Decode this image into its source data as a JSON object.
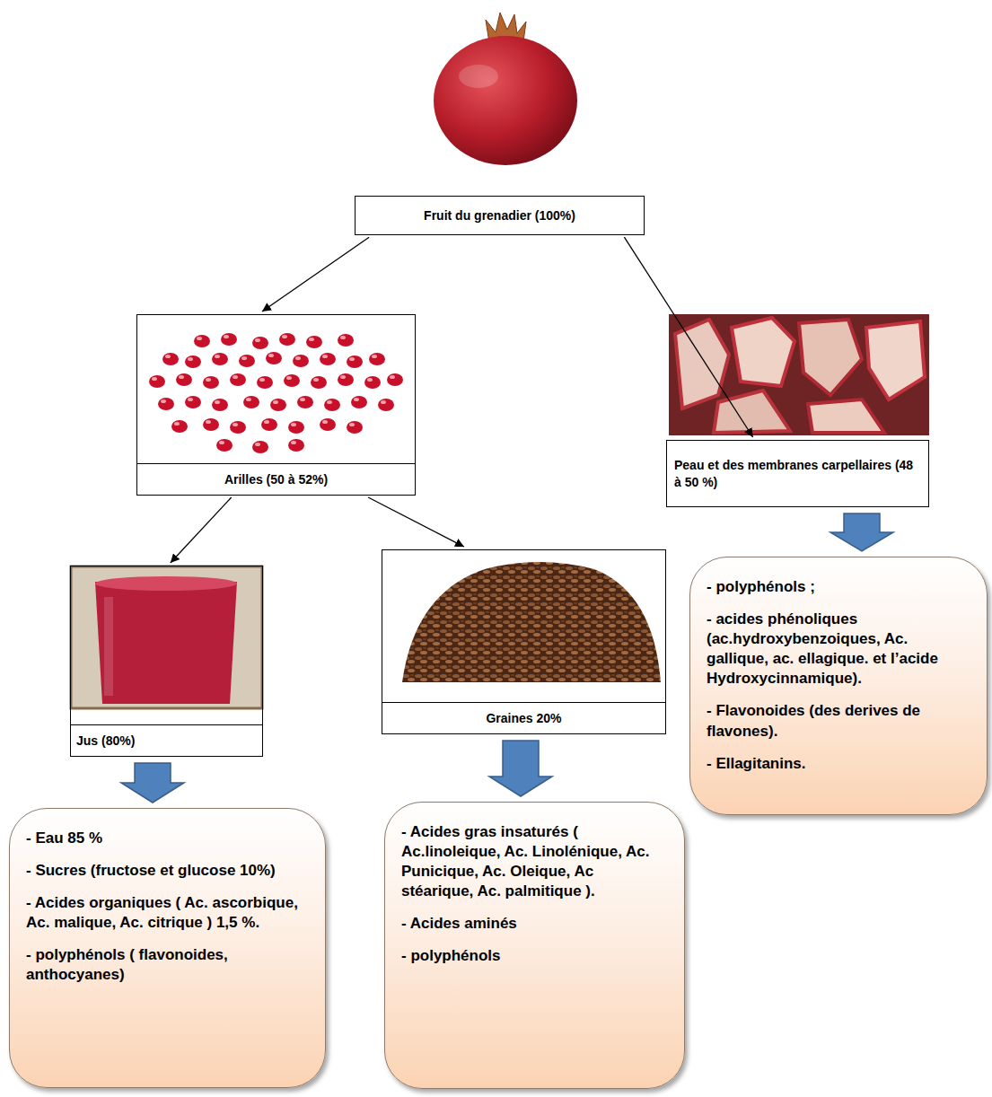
{
  "diagram": {
    "nodes": [
      {
        "text": [
          "Fruit du grenadier (100%)"
        ]
      },
      {
        "text": [
          "Arilles (50 à 52%)"
        ]
      },
      {
        "text": [
          "Peau et des membranes carpellaires (48 à 50 %)"
        ]
      },
      {
        "text": [
          "Jus (80%)"
        ]
      },
      {
        "text": [
          "Graines 20%"
        ]
      },
      {
        "text": [
          "- Eau 85 %",
          "- Sucres (fructose et glucose 10%)",
          "- Acides organiques ( Ac. ascorbique, Ac. malique, Ac. citrique ) 1,5 %.",
          "- polyphénols ( flavonoides, anthocyanes)"
        ]
      },
      {
        "text": [
          "- Acides gras insaturés ( Ac.linoleique, Ac. Linolénique, Ac. Punicique, Ac. Oleique, Ac stéarique, Ac. palmitique ).",
          "- Acides aminés",
          "- polyphénols"
        ]
      },
      {
        "text": [
          "- polyphénols ;",
          "- acides phénoliques (ac.hydroxybenzoiques, Ac. gallique, ac. ellagique. et l’acide Hydroxycinnamique).",
          "- Flavonoides (des derives de flavones).",
          "- Ellagitanins."
        ]
      }
    ],
    "edges": [
      {
        "from": 0,
        "to": 1,
        "arrow": "to"
      },
      {
        "from": 0,
        "to": 2,
        "arrow": "to"
      },
      {
        "from": 1,
        "to": 3,
        "arrow": "to"
      },
      {
        "from": 1,
        "to": 4,
        "arrow": "to"
      },
      {
        "from": 3,
        "to": 5,
        "arrow": "to"
      },
      {
        "from": 4,
        "to": 6,
        "arrow": "to"
      },
      {
        "from": 2,
        "to": 7,
        "arrow": "to"
      }
    ]
  }
}
